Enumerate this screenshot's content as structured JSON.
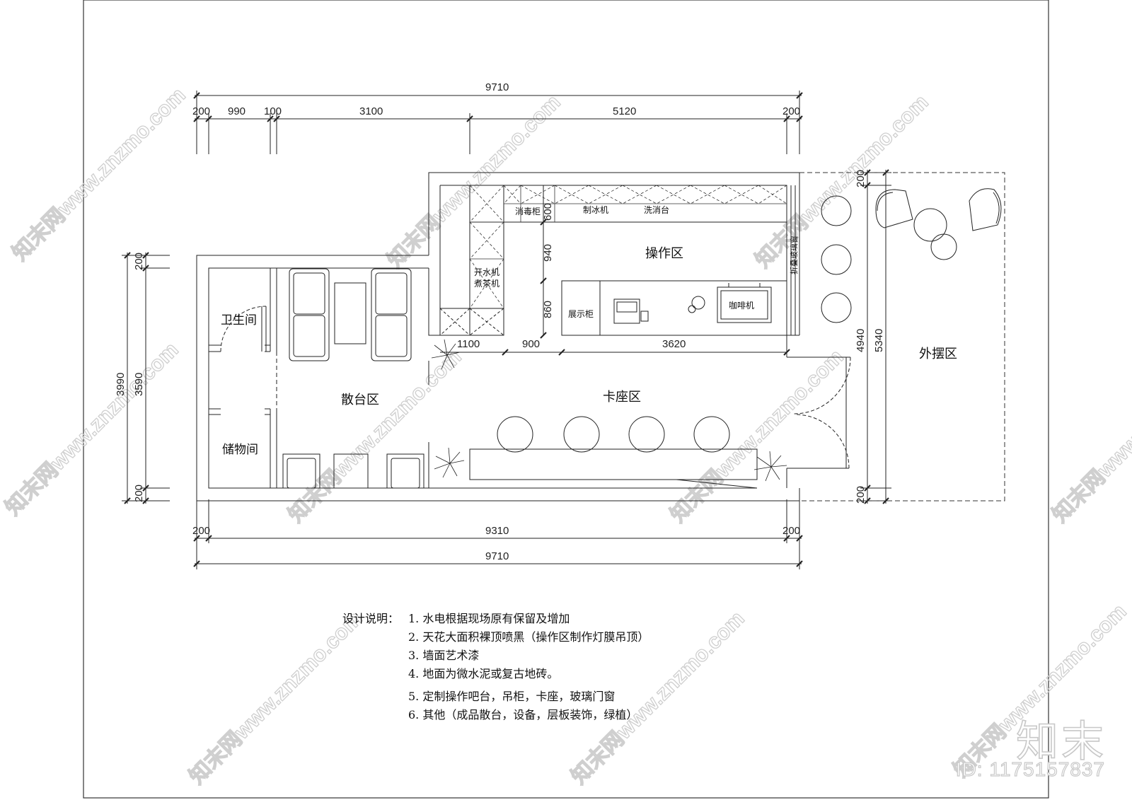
{
  "dimensions": {
    "top_total": "9710",
    "top_segments": [
      "200",
      "990",
      "100",
      "3100",
      "5120",
      "200"
    ],
    "bottom_segments": [
      "200",
      "9310",
      "200"
    ],
    "bottom_total": "9710",
    "left_total": "3990",
    "left_inner": "3590",
    "left_top": "200",
    "left_bottom": "200",
    "right_top": "200",
    "right_bottom": "200",
    "right_inner": "4940",
    "right_total": "5340",
    "ops_depth_600": "600",
    "ops_depth_940": "940",
    "ops_depth_860": "860",
    "counter_1100": "1100",
    "counter_900": "900",
    "counter_3620": "3620"
  },
  "rooms": {
    "operation": "操作区",
    "bathroom": "卫生间",
    "storage": "储物间",
    "casual": "散台区",
    "booth": "卡座区",
    "outdoor": "外摆区"
  },
  "equipment": {
    "sterilizer": "消毒柜",
    "ice_machine": "制冰机",
    "wash_station": "洗消台",
    "water_boiler": "开水机",
    "tea_boiler": "煮茶机",
    "display_cabinet": "展示柜",
    "coffee_machine": "咖啡机",
    "folding_window": "折叠玻璃窗"
  },
  "notes": {
    "heading": "设计说明：",
    "items": [
      "1. 水电根据现场原有保留及增加",
      "2. 天花大面积裸顶喷黑（操作区制作灯膜吊顶）",
      "3. 墙面艺术漆",
      "4. 地面为微水泥或复古地砖。",
      "5. 定制操作吧台，吊柜，卡座，玻璃门窗",
      "6. 其他（成品散台，设备，层板装饰，绿植）"
    ]
  },
  "watermark": {
    "text": "知末网www.znzmo.com",
    "brand": "知末",
    "id": "ID: 1175157837"
  }
}
